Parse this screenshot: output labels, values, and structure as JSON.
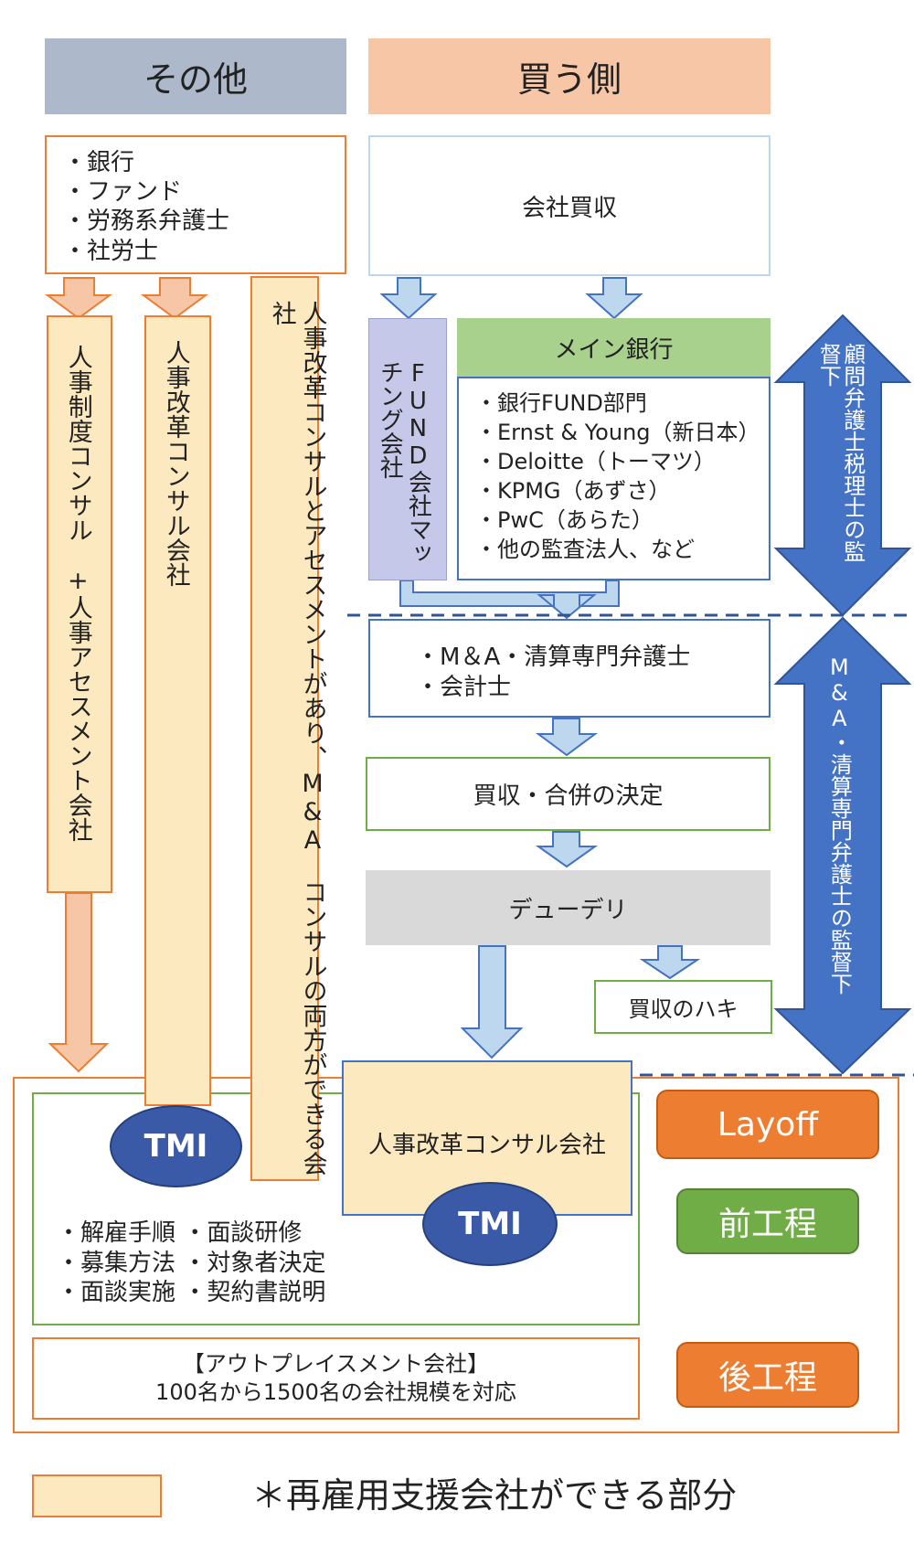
{
  "headers": {
    "other": "その他",
    "buyer": "買う側"
  },
  "other_list": [
    "銀行",
    "ファンド",
    "労務系弁護士",
    "社労士"
  ],
  "columns": {
    "col1": "人事制度コンサル　+人事アセスメント会社",
    "col2": "人事改革コンサル会社",
    "col3": "人事改革コンサルとアセスメントがあり、M&A　コンサルの両方ができる会社"
  },
  "buyer": {
    "acquisition": "会社買収",
    "fund": "FUND会社マッチング会社",
    "main_bank": "メイン銀行",
    "bank_list": [
      "銀行FUND部門",
      "Ernst & Young（新日本）",
      "Deloitte（トーマツ）",
      "KPMG（あずさ）",
      "PwC（あらた）",
      "他の監査法人、など"
    ],
    "lawyers": [
      "M＆A・清算専門弁護士",
      "会計士"
    ],
    "decision": "買収・合併の決定",
    "dd": "デューデリ",
    "cancel": "買収のハキ"
  },
  "side_arrows": {
    "upper": "顧問弁護士税理士の監督下",
    "lower": "M&A・清算専門弁護士の監督下"
  },
  "bottom": {
    "consult": "人事改革コンサル会社",
    "tmi_left": "TMI",
    "tmi_right": "TMI",
    "tasks": [
      [
        "解雇手順",
        "面談研修"
      ],
      [
        "募集方法",
        "対象者決定"
      ],
      [
        "面談実施",
        "契約書説明"
      ]
    ],
    "outplacement_title": "【アウトプレイスメント会社】",
    "outplacement_desc": "100名から1500名の会社規模を対応"
  },
  "stages": {
    "layoff": "Layoff",
    "pre": "前工程",
    "post": "後工程"
  },
  "legend": "＊再雇用支援会社ができる部分",
  "colors": {
    "peach": "#f7c6a7",
    "slate": "#adb9ca",
    "cream": "#fce9bf",
    "orange": "#ed7d31",
    "green": "#70ad47",
    "lilac": "#c5c8e8",
    "light_green": "#a9d18e",
    "blue": "#4472c4",
    "light_blue": "#bdd7ee",
    "gray": "#d9d9d9",
    "tmi": "#3a5aa8"
  }
}
